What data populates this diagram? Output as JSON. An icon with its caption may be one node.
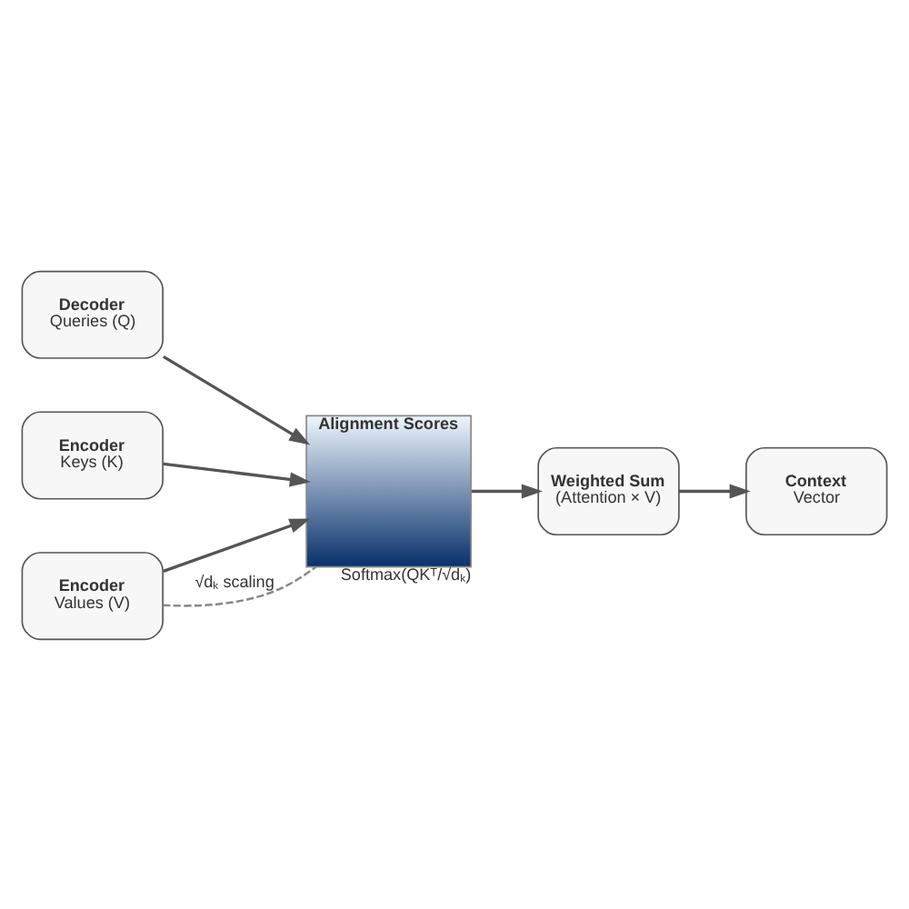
{
  "diagram": {
    "nodes": [
      {
        "text": [
          "Decoder",
          "Queries (Q)"
        ]
      },
      {
        "text": [
          "Encoder",
          "Keys (K)"
        ]
      },
      {
        "text": [
          "Alignment Scores"
        ],
        "beside": [
          "Softmax(QKᵀ/√dₖ)"
        ]
      },
      {
        "text": [
          "Encoder",
          "Values (V)"
        ]
      },
      {
        "text": [
          "Weighted Sum",
          "(Attention × V)"
        ]
      },
      {
        "text": [
          "Context",
          "Vector"
        ]
      }
    ],
    "edges": [
      {
        "from": 0,
        "to": 2,
        "arrow": "to"
      },
      {
        "from": 1,
        "to": 2,
        "arrow": "to"
      },
      {
        "from": 3,
        "to": 2,
        "arrow": "to"
      },
      {
        "from": 3,
        "to": 2,
        "arrow": "none",
        "style": "dashed",
        "color": "#888888",
        "label": "√dₖ scaling"
      },
      {
        "from": 2,
        "to": 4,
        "arrow": "to"
      },
      {
        "from": 4,
        "to": 5,
        "arrow": "to"
      }
    ]
  }
}
